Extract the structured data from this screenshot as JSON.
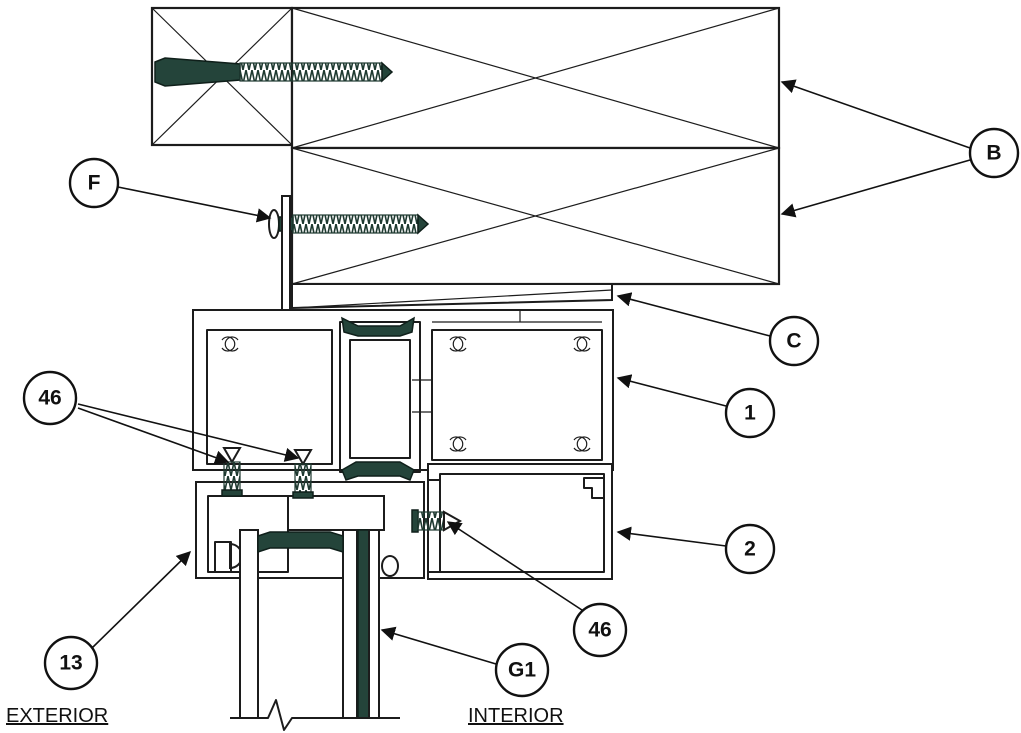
{
  "labels": {
    "exterior": "EXTERIOR",
    "interior": "INTERIOR"
  },
  "callouts": {
    "b": "B",
    "f": "F",
    "c": "C",
    "one": "1",
    "two": "2",
    "forty_six_left": "46",
    "forty_six_right": "46",
    "thirteen": "13",
    "g1": "G1"
  },
  "colors": {
    "line": "#1c1c1c",
    "gasket": "#24443a"
  }
}
